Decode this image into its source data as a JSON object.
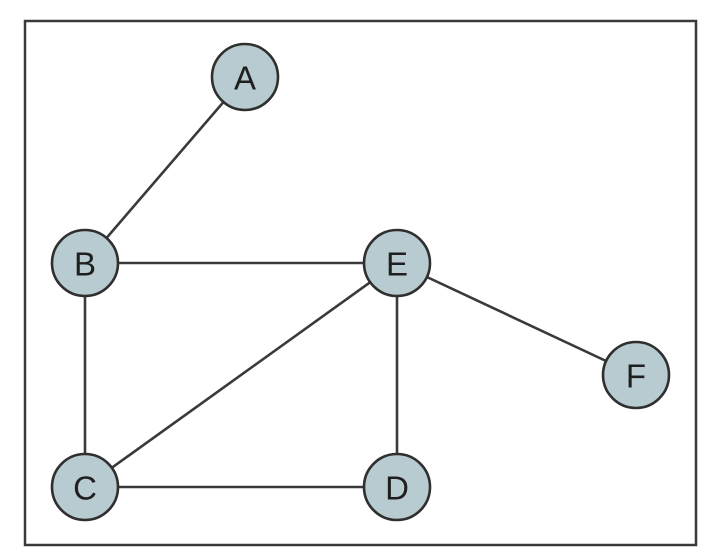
{
  "graph": {
    "nodes": [
      {
        "id": "A",
        "label": "A"
      },
      {
        "id": "B",
        "label": "B"
      },
      {
        "id": "C",
        "label": "C"
      },
      {
        "id": "D",
        "label": "D"
      },
      {
        "id": "E",
        "label": "E"
      },
      {
        "id": "F",
        "label": "F"
      }
    ],
    "edges": [
      {
        "from": "A",
        "to": "B"
      },
      {
        "from": "B",
        "to": "E"
      },
      {
        "from": "B",
        "to": "C"
      },
      {
        "from": "C",
        "to": "E"
      },
      {
        "from": "C",
        "to": "D"
      },
      {
        "from": "E",
        "to": "D"
      },
      {
        "from": "E",
        "to": "F"
      }
    ],
    "colors": {
      "node_fill": "#b8cbd0",
      "stroke": "#2f2f2f",
      "label": "#1f1f1f"
    }
  }
}
